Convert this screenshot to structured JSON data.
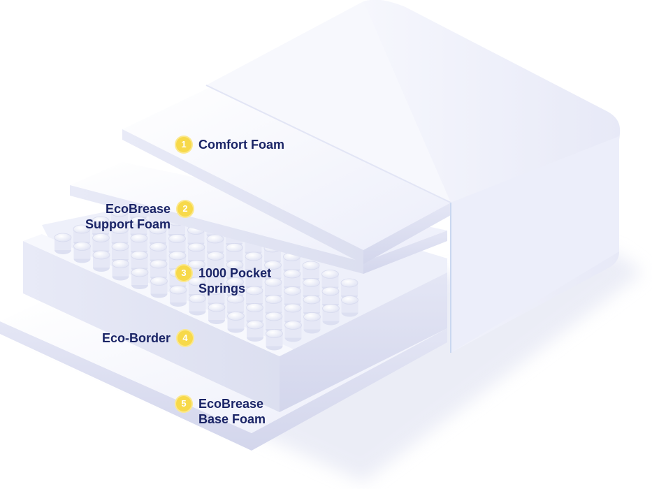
{
  "layers": [
    {
      "number": "1",
      "line1": "Comfort Foam",
      "line2": ""
    },
    {
      "number": "2",
      "line1": "EcoBrease",
      "line2": "Support Foam"
    },
    {
      "number": "3",
      "line1": "1000 Pocket",
      "line2": "Springs"
    },
    {
      "number": "4",
      "line1": "Eco-Border",
      "line2": ""
    },
    {
      "number": "5",
      "line1": "EcoBrease",
      "line2": "Base Foam"
    }
  ],
  "colors": {
    "badge": "#f7d94a",
    "label_text": "#1a2466",
    "foam": "#f3f4fb",
    "shadow": "#cfd2ea"
  }
}
